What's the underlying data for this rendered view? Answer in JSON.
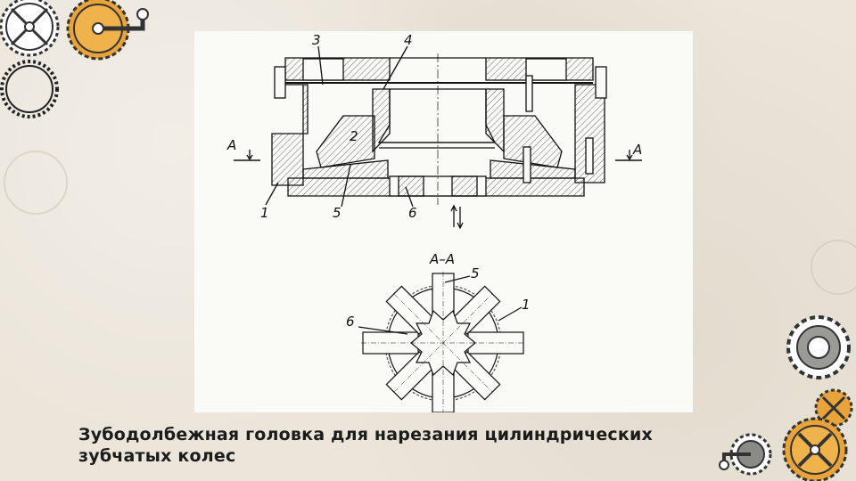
{
  "slide": {
    "caption_line1": "Зубодолбежная головка для нарезания цилиндрических",
    "caption_line2": "зубчатых колес"
  },
  "drawing": {
    "labels": {
      "part1": "1",
      "part2": "2",
      "part3": "3",
      "part4": "4",
      "part5": "5",
      "part6": "6",
      "section_left": "A",
      "section_right": "A",
      "section_title": "A–A",
      "sec_part5": "5",
      "sec_part1": "1",
      "sec_part6": "6"
    }
  },
  "colors": {
    "background": "#ebe5da",
    "panel": "#fafaf7",
    "gear_orange": "#e8a43a",
    "gear_gray": "#8a8a86",
    "ink": "#1b1b1b"
  }
}
